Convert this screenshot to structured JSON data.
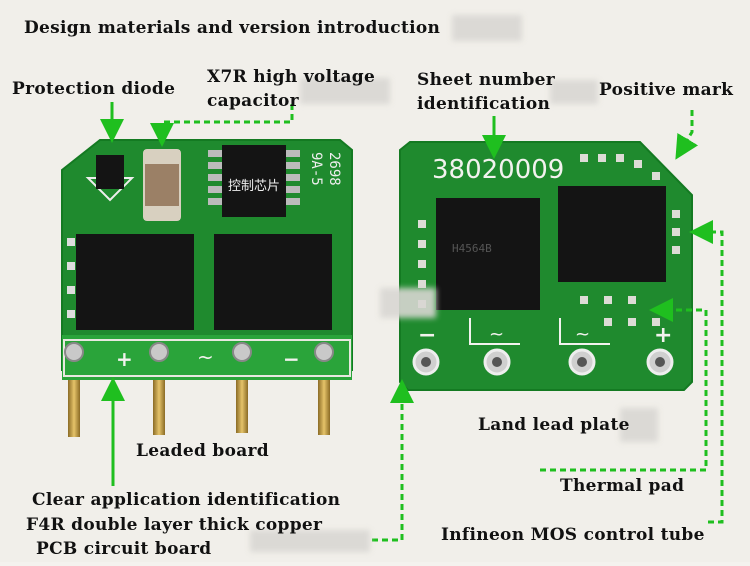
{
  "title": "Design materials and version introduction",
  "labels": {
    "protection_diode": "Protection diode",
    "x7r_capacitor_line1": "X7R high voltage",
    "x7r_capacitor_line2": "capacitor",
    "sheet_number_line1": "Sheet number",
    "sheet_number_line2": "identification",
    "positive_mark": "Positive mark",
    "land_lead_plate": "Land lead plate",
    "leaded_board": "Leaded board",
    "thermal_pad": "Thermal pad",
    "clear_identification": "Clear application identification",
    "f4r_copper": "F4R double layer thick copper",
    "pcb_board": "PCB circuit board",
    "infineon_mos": "Infineon MOS control tube"
  },
  "board_markings": {
    "chip_text": "控制芯片",
    "sheet_number": "38020009",
    "left_board_code1": "2698",
    "left_board_code2": "9A-5",
    "mos_code": "H4564B",
    "minus": "−",
    "plus": "+",
    "tilde": "~"
  },
  "colors": {
    "pcb": "#1f8a2e",
    "pcb_dark": "#126b1f",
    "silkscreen": "#f2f2ee",
    "chip": "#141414",
    "arrow": "#1fbf1f",
    "pin": "#c9a24a"
  }
}
